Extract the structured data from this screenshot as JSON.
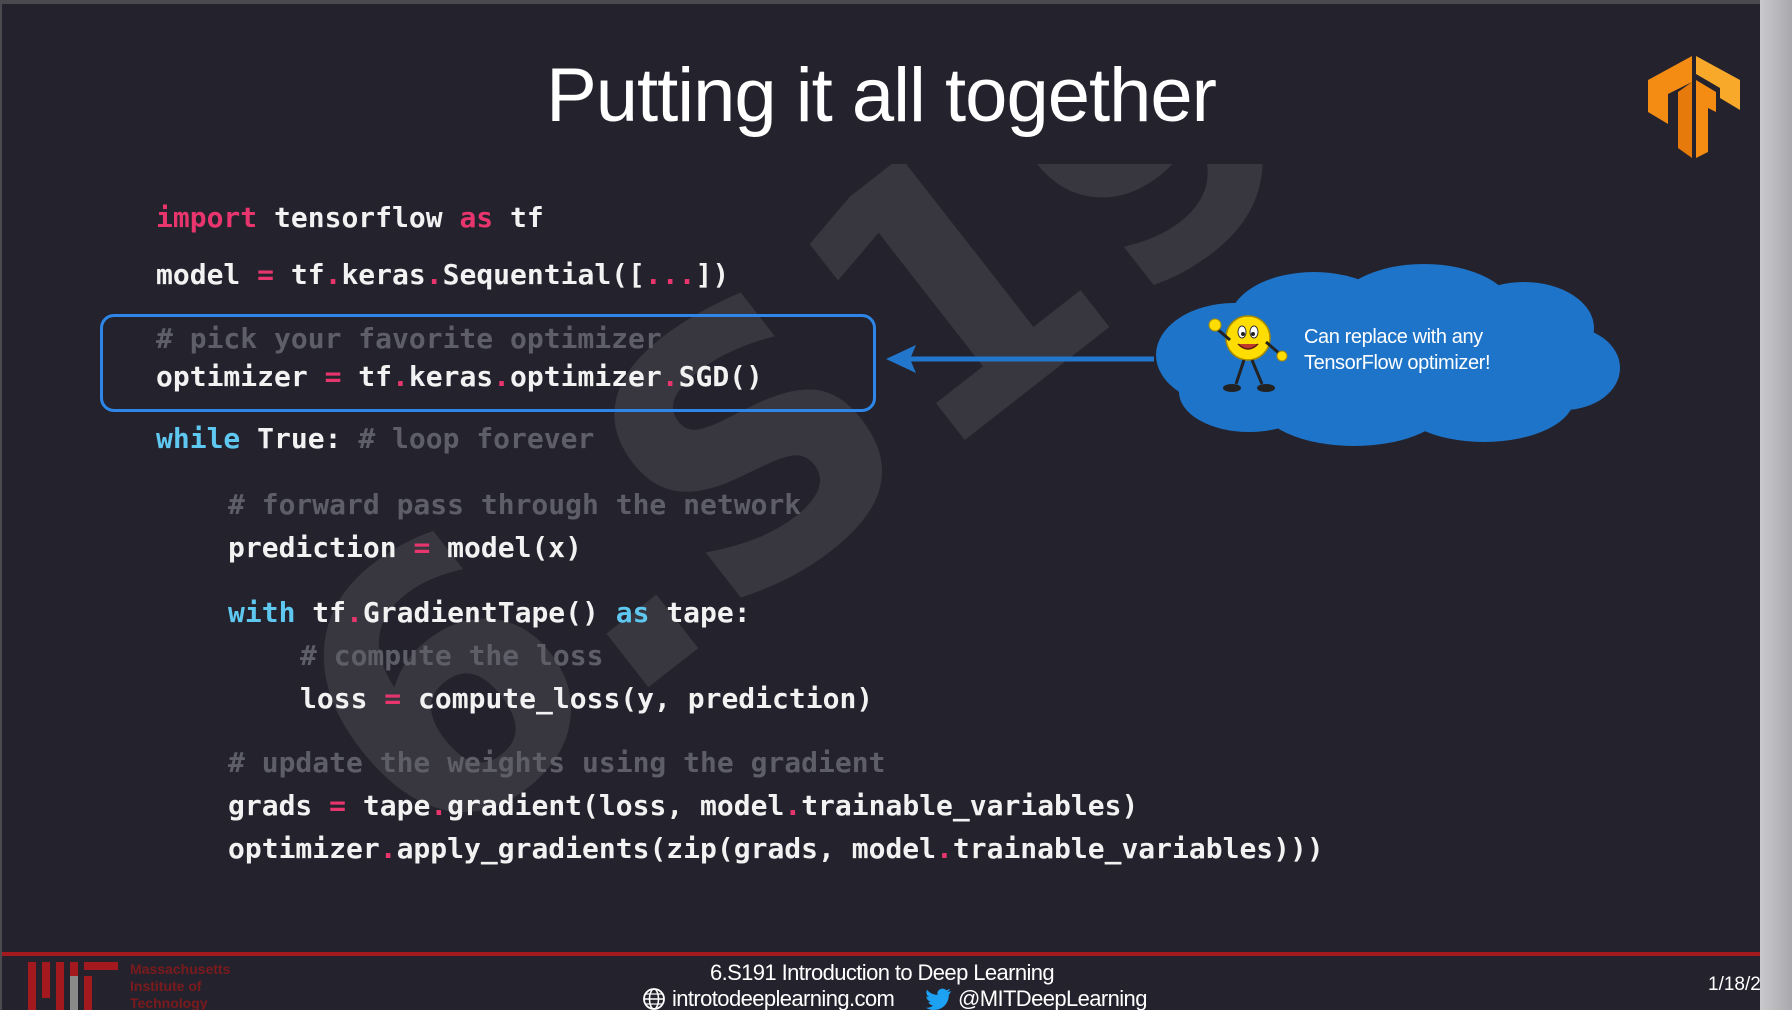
{
  "slide": {
    "title": "Putting it all together",
    "logo_icon": "tensorflow-logo-icon"
  },
  "code": {
    "l1": {
      "kw_import": "import",
      "mod": " tensorflow ",
      "kw_as": "as",
      "alias": " tf"
    },
    "l2": {
      "a": "model ",
      "eq": "=",
      "b": " tf",
      "d1": ".",
      "c": "keras",
      "d2": ".",
      "e": "Sequential([",
      "dots": "...",
      "f": "])"
    },
    "l3": {
      "comment": "# pick your favorite optimizer"
    },
    "l4": {
      "a": "optimizer ",
      "eq": "=",
      "b": " tf",
      "d1": ".",
      "c": "keras",
      "d2": ".",
      "e": "optimizer",
      "d3": ".",
      "f": "SGD()"
    },
    "l5": {
      "kw": "while",
      "a": " True: ",
      "comment": "# loop forever"
    },
    "l6": {
      "comment": "# forward pass through the network"
    },
    "l7": {
      "a": "prediction ",
      "eq": "=",
      "b": " model(x)"
    },
    "l8": {
      "kw": "with",
      "a": " tf",
      "d1": ".",
      "b": "GradientTape() ",
      "kw_as": "as",
      "c": " tape:"
    },
    "l9": {
      "comment": "# compute the loss"
    },
    "l10": {
      "a": "loss ",
      "eq": "=",
      "b": " compute_loss(y, prediction)"
    },
    "l11": {
      "comment": "# update the weights using the gradient"
    },
    "l12": {
      "a": "grads ",
      "eq": "=",
      "b": " tape",
      "d1": ".",
      "c": "gradient(loss, model",
      "d2": ".",
      "e": "trainable_variables)"
    },
    "l13": {
      "a": "optimizer",
      "d1": ".",
      "b": "apply_gradients(zip(grads, model",
      "d2": ".",
      "c": "trainable_variables)))"
    }
  },
  "callout": {
    "line1": "Can replace with any",
    "line2": "TensorFlow optimizer!",
    "icon": "thumbs-up-smiley-icon"
  },
  "footer": {
    "course": "6.S191 Introduction to Deep Learning",
    "website": "introtodeeplearning.com",
    "twitter": "@MITDeepLearning",
    "date": "1/18/2",
    "institution": [
      "Massachusetts",
      "Institute of",
      "Technology"
    ]
  },
  "colors": {
    "background": "#24232d",
    "keyword_pink": "#e8356e",
    "keyword_blue": "#5ec8f0",
    "comment_gray": "#5e5e68",
    "highlight_blue": "#2e87e8",
    "callout_cloud": "#1e74c8",
    "tensorflow_orange": "#f48b12",
    "mit_red": "#a3191e"
  }
}
